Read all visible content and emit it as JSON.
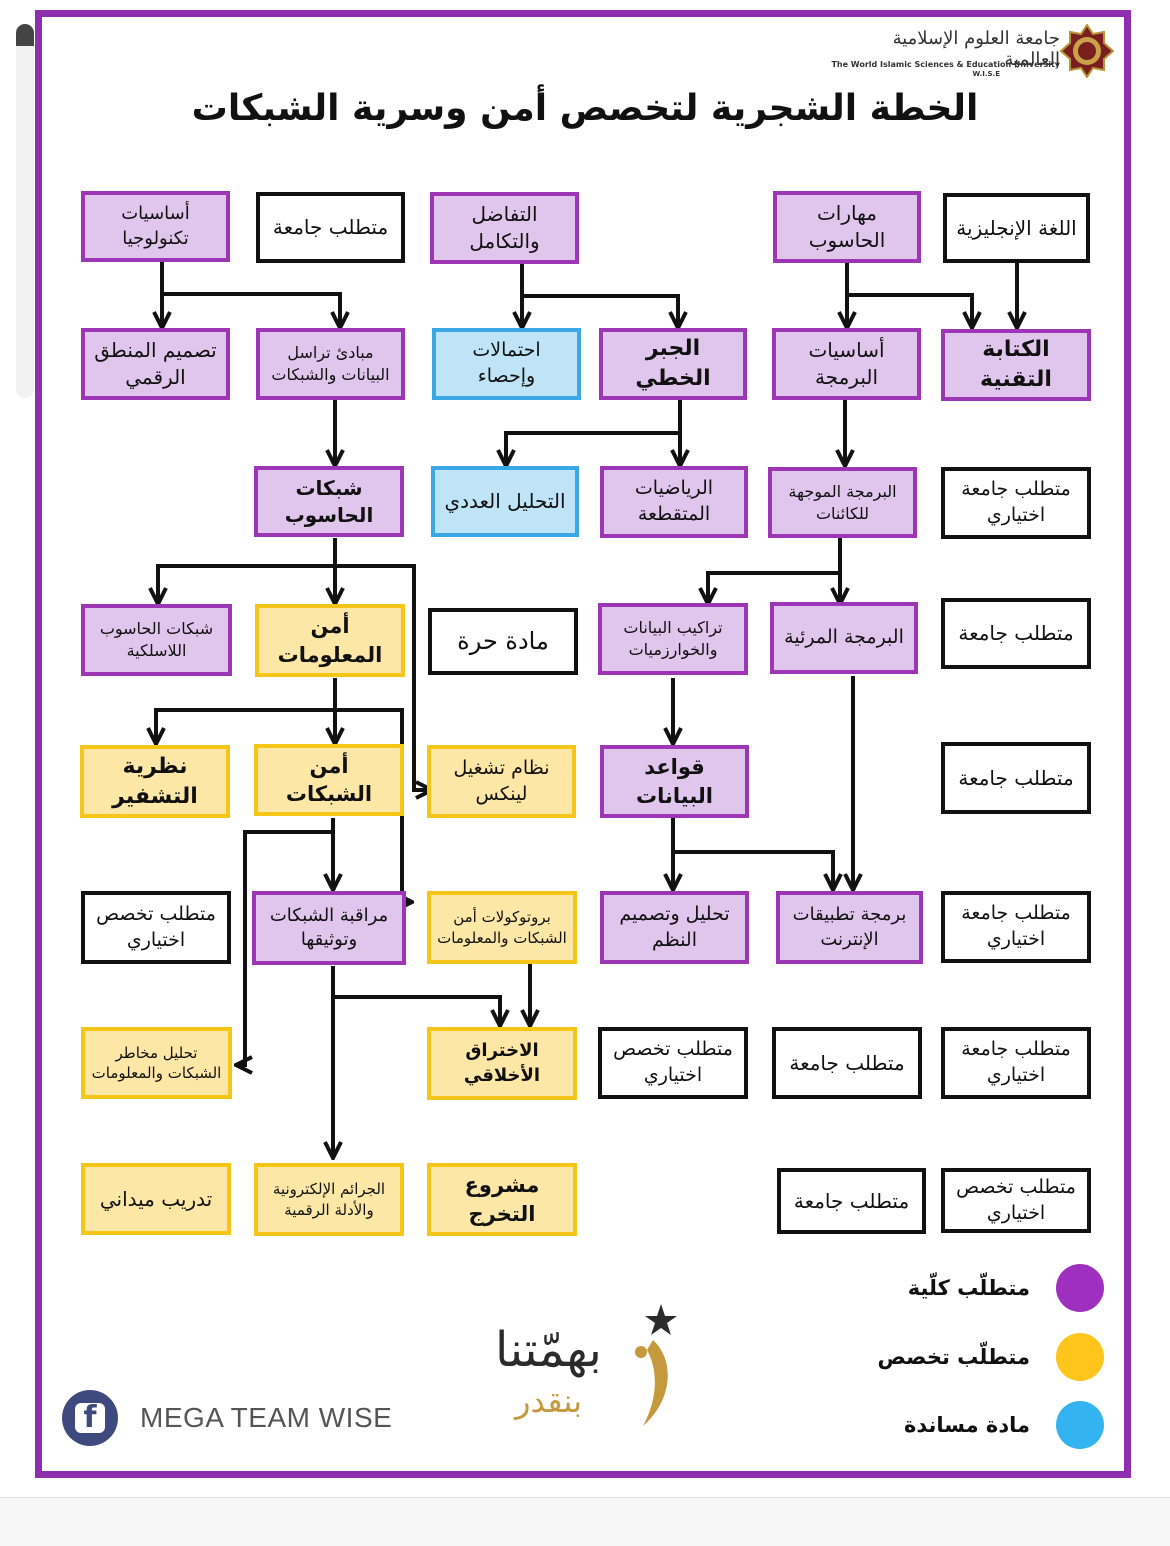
{
  "header": {
    "title": "الخطة الشجرية لتخصص أمن وسرية الشبكات",
    "university_ar": "جامعة العلوم الإسلامية العالمية",
    "university_en": "The World Islamic Sciences & Education University",
    "university_abbr": "W.I.S.E"
  },
  "colors": {
    "frame": "#8e2fb0",
    "college": "#9c36b5",
    "college_fill": "#e0c6ec",
    "specialization": "#f5c518",
    "specialization_fill": "#fce7a6",
    "support": "#3ba8e6",
    "support_fill": "#bfe3f7",
    "legend_college": "#9f2fbf",
    "legend_specialization": "#ffc51a",
    "legend_support": "#33b4f0"
  },
  "nodes": {
    "english": "اللغة الإنجليزية",
    "computer_skills": "مهارات الحاسوب",
    "calculus": "التفاضل والتكامل",
    "uni_req_1": "متطلب جامعة",
    "tech_basics": "أساسيات تكنولوجيا",
    "technical_writing": "الكتابة التقنية",
    "programming_basics": "أساسيات البرمجة",
    "linear_algebra": "الجبر الخطي",
    "probability": "احتمالات وإحصاء",
    "data_comm": "مبادئ تراسل البيانات والشبكات",
    "digital_logic": "تصميم المنطق الرقمي",
    "uni_elective_1": "متطلب جامعة اختياري",
    "oop": "البرمجة الموجهة للكائنات",
    "discrete_math": "الرياضيات المتقطعة",
    "numerical_analysis": "التحليل العددي",
    "computer_networks": "شبكات الحاسوب",
    "uni_req_2": "متطلب جامعة",
    "visual_programming": "البرمجة المرئية",
    "data_structures": "تراكيب البيانات والخوارزميات",
    "free_course": "مادة حرة",
    "info_security": "أمن المعلومات",
    "wireless_networks": "شبكات الحاسوب اللاسلكية",
    "uni_req_3": "متطلب جامعة",
    "databases": "قواعد البيانات",
    "linux": "نظام تشغيل لينكس",
    "network_security": "أمن الشبكات",
    "cryptography": "نظرية التشفير",
    "uni_elective_2": "متطلب جامعة اختياري",
    "web_apps": "برمجة تطبيقات الإنترنت",
    "systems_analysis": "تحليل وتصميم النظم",
    "security_protocols": "بروتوكولات أمن الشبكات والمعلومات",
    "network_monitoring": "مراقبة الشبكات وتوثيقها",
    "spec_elective_1": "متطلب تخصص اختياري",
    "uni_elective_3": "متطلب جامعة اختياري",
    "uni_req_4": "متطلب جامعة",
    "spec_elective_2": "متطلب تخصص اختياري",
    "ethical_hacking": "الاختراق الأخلاقي",
    "risk_analysis": "تحليل مخاطر الشبكات والمعلومات",
    "spec_elective_3": "متطلب تخصص اختياري",
    "uni_req_5": "متطلب جامعة",
    "graduation_project": "مشروع التخرج",
    "cyber_crimes": "الجرائم الإلكترونية والأدلة الرقمية",
    "field_training": "تدريب ميداني"
  },
  "legend": {
    "college": "متطلّب كلّية",
    "specialization": "متطلّب تخصص",
    "support": "مادة مساندة"
  },
  "footer": {
    "slogan_line1": "بهمّتنا",
    "slogan_line2": "بنقدر",
    "team": "MEGA TEAM WISE",
    "fb_icon": "f"
  }
}
